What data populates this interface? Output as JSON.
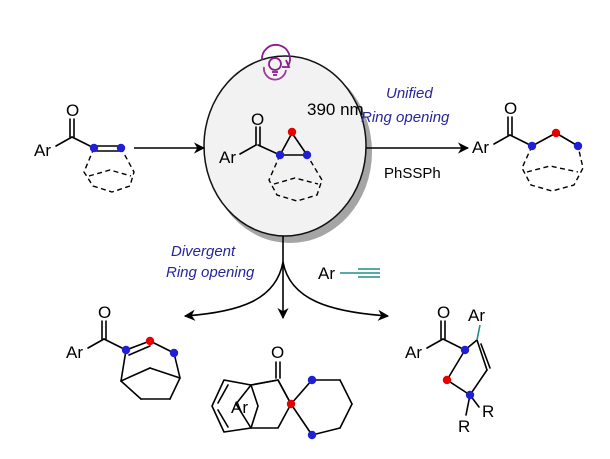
{
  "colors": {
    "blue": "#1f1fd6",
    "red": "#e60000",
    "teal": "#1f8e8a",
    "navy": "#27269a",
    "purple": "#8b1c8f",
    "ellipse_shadow": "#a5a5a5"
  },
  "labels": {
    "wavelength": "390 nm",
    "unified_line1": "Unified",
    "unified_line2": "Ring opening",
    "reagent": "PhSSPh",
    "divergent_line1": "Divergent",
    "divergent_line2": "Ring opening",
    "alkyne_ar": "Ar",
    "ar": "Ar",
    "o": "O",
    "r": "R"
  },
  "icons": {
    "light": "lightbulb-cycle-icon"
  }
}
